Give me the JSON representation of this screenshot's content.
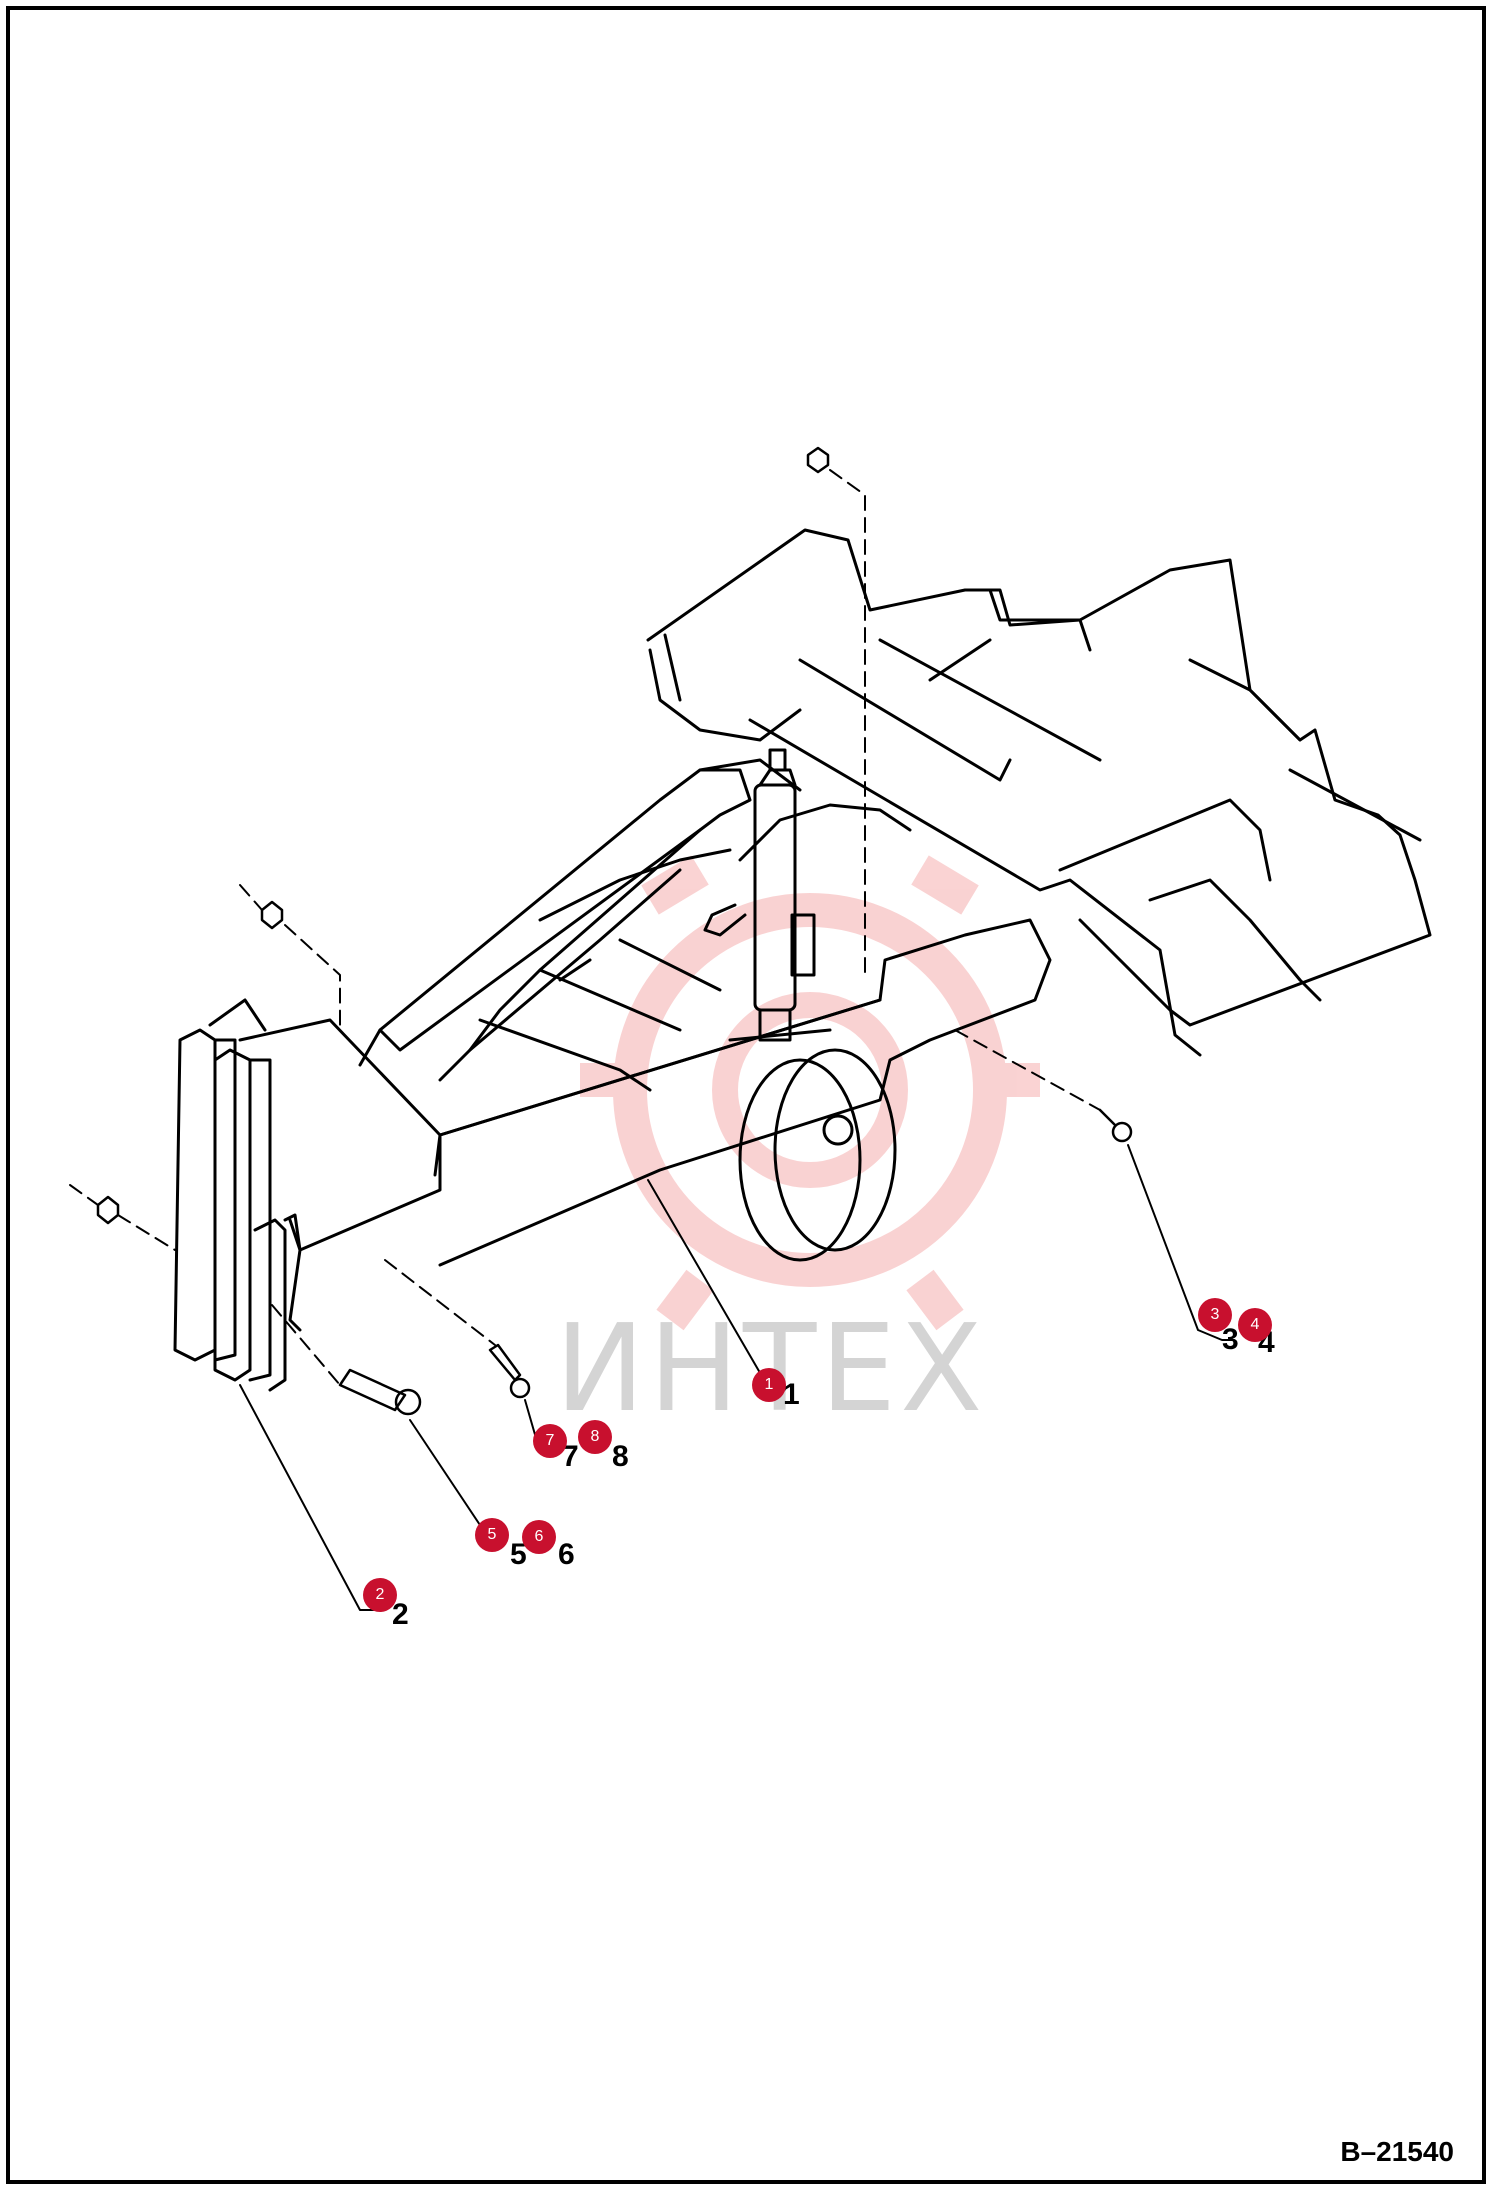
{
  "watermark": {
    "text": "ИНТЕХ",
    "color": "#e03030"
  },
  "drawing_id": "B–21540",
  "callouts": [
    {
      "number": "1",
      "badge": "1"
    },
    {
      "number": "2",
      "badge": "2"
    },
    {
      "number": "3",
      "badge": "3"
    },
    {
      "number": "4",
      "badge": "4"
    },
    {
      "number": "5",
      "badge": "5"
    },
    {
      "number": "6",
      "badge": "6"
    },
    {
      "number": "7",
      "badge": "7"
    },
    {
      "number": "8",
      "badge": "8"
    }
  ],
  "colors": {
    "badge": "#c8102e",
    "line": "#000000",
    "watermark_gear": "#f0b8b8"
  }
}
